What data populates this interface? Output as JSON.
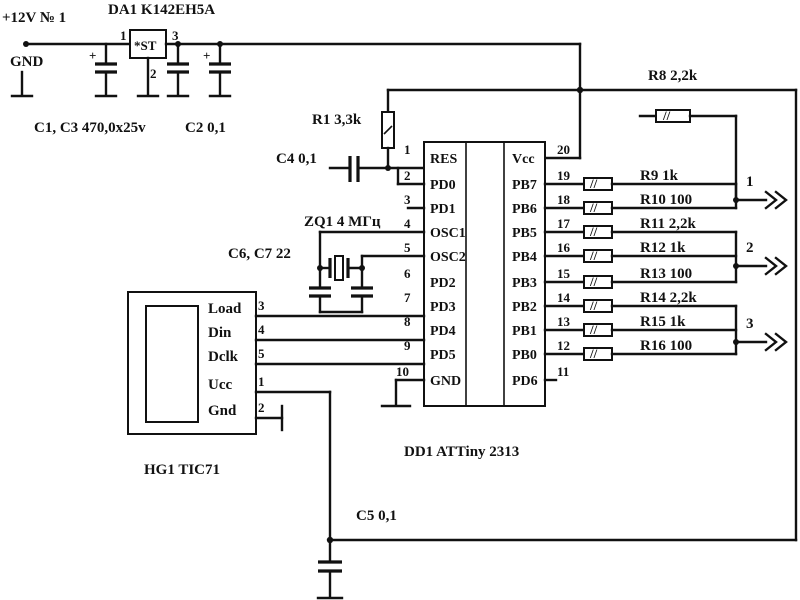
{
  "power": {
    "input_label": "+12V № 1",
    "gnd_label": "GND",
    "regulator": {
      "name": "DA1  K142EH5A",
      "body": "*ST",
      "pins": [
        "1",
        "2",
        "3"
      ]
    },
    "caps_in_label": "C1,  C3 470,0x25v",
    "cap_out_label": "C2  0,1"
  },
  "resistors": {
    "r1": "R1 3,3k",
    "r8": "R8 2,2k",
    "bank": [
      "R9 1k",
      "R10 100",
      "R11 2,2k",
      "R12 1k",
      "R13 100",
      "R14 2,2k",
      "R15 1k",
      "R16 100"
    ]
  },
  "other_parts": {
    "c4": "C4  0,1",
    "zq1": "ZQ1 4 МГц",
    "c6c7": "C6,  C7  22",
    "c5": "C5  0,1"
  },
  "mcu": {
    "name": "DD1  ATTiny 2313",
    "left_pins": [
      {
        "num": "1",
        "name": "RES"
      },
      {
        "num": "2",
        "name": "PD0"
      },
      {
        "num": "3",
        "name": "PD1"
      },
      {
        "num": "4",
        "name": "OSC1"
      },
      {
        "num": "5",
        "name": "OSC2"
      },
      {
        "num": "6",
        "name": "PD2"
      },
      {
        "num": "7",
        "name": "PD3"
      },
      {
        "num": "8",
        "name": "PD4"
      },
      {
        "num": "9",
        "name": "PD5"
      },
      {
        "num": "10",
        "name": "GND"
      }
    ],
    "right_pins": [
      {
        "num": "20",
        "name": "Vcc"
      },
      {
        "num": "19",
        "name": "PB7"
      },
      {
        "num": "18",
        "name": "PB6"
      },
      {
        "num": "17",
        "name": "PB5"
      },
      {
        "num": "16",
        "name": "PB4"
      },
      {
        "num": "15",
        "name": "PB3"
      },
      {
        "num": "14",
        "name": "PB2"
      },
      {
        "num": "13",
        "name": "PB1"
      },
      {
        "num": "12",
        "name": "PB0"
      },
      {
        "num": "11",
        "name": "PD6"
      }
    ]
  },
  "display": {
    "name": "HG1   TIC71",
    "pins": [
      {
        "num": "3",
        "name": "Load"
      },
      {
        "num": "4",
        "name": "Din"
      },
      {
        "num": "5",
        "name": "Dclk"
      },
      {
        "num": "1",
        "name": "Ucc"
      },
      {
        "num": "2",
        "name": "Gnd"
      }
    ]
  },
  "outputs": [
    "1",
    "2",
    "3"
  ],
  "resistor_mark": "//"
}
